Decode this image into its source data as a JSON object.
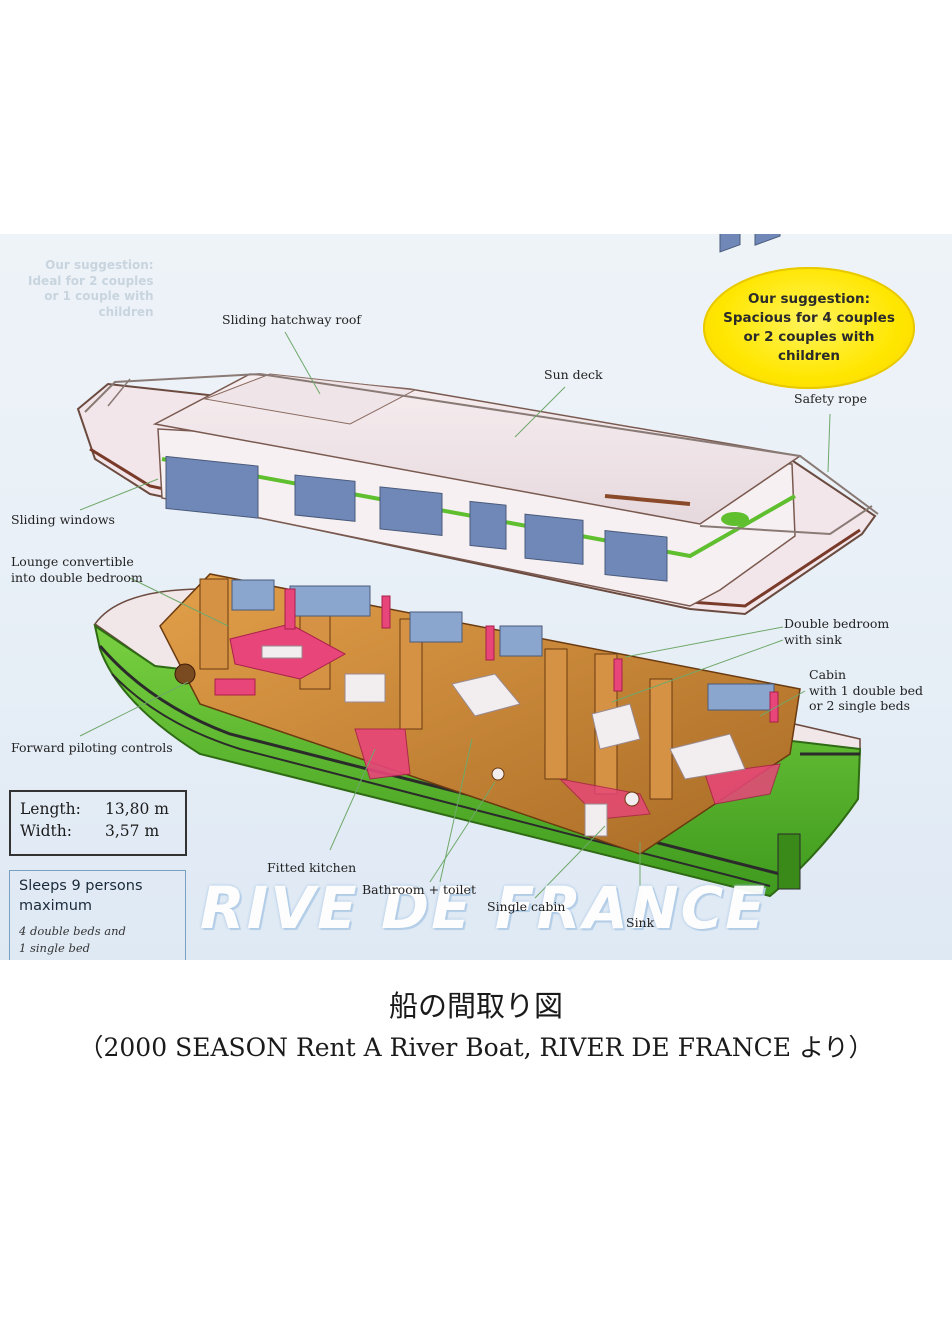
{
  "badge": {
    "line1": "Our suggestion:",
    "line2": "Spacious for 4 couples",
    "line3": "or 2 couples with",
    "line4": "children"
  },
  "labels": {
    "sliding_hatchway_roof": "Sliding hatchway roof",
    "sun_deck": "Sun deck",
    "safety_rope": "Safety rope",
    "sliding_windows": "Sliding windows",
    "lounge_line1": "Lounge convertible",
    "lounge_line2": "into double bedroom",
    "double_bedroom_line1": "Double bedroom",
    "double_bedroom_line2": "with sink",
    "cabin_line1": "Cabin",
    "cabin_line2": "with 1 double bed",
    "cabin_line3": "or 2 single beds",
    "forward_piloting": "Forward piloting controls",
    "fitted_kitchen": "Fitted kitchen",
    "bathroom_toilet": "Bathroom + toilet",
    "single_cabin": "Single cabin",
    "sink": "Sink"
  },
  "dimensions": {
    "length_label": "Length:",
    "length_value": "13,80 m",
    "width_label": "Width:",
    "width_value": "3,57 m"
  },
  "sleeps": {
    "line1": "Sleeps 9 persons",
    "line2": "maximum",
    "sub1": "4 double beds and",
    "sub2": "1 single bed"
  },
  "ghost_text": {
    "line1": "Our suggestion:",
    "line2": "Ideal for 2 couples",
    "line3": "or 1 couple with",
    "line4": "children"
  },
  "watermark": "RIVE DE FRANCE",
  "caption": {
    "title": "船の間取り図",
    "source": "（2000 SEASON Rent A River Boat,  RIVER DE FRANCE より）"
  },
  "colors": {
    "hull_green": "#5fbf2f",
    "badge_yellow": "#ffe600",
    "wood": "#c98a3a",
    "upholstery_pink": "#e8457a"
  }
}
